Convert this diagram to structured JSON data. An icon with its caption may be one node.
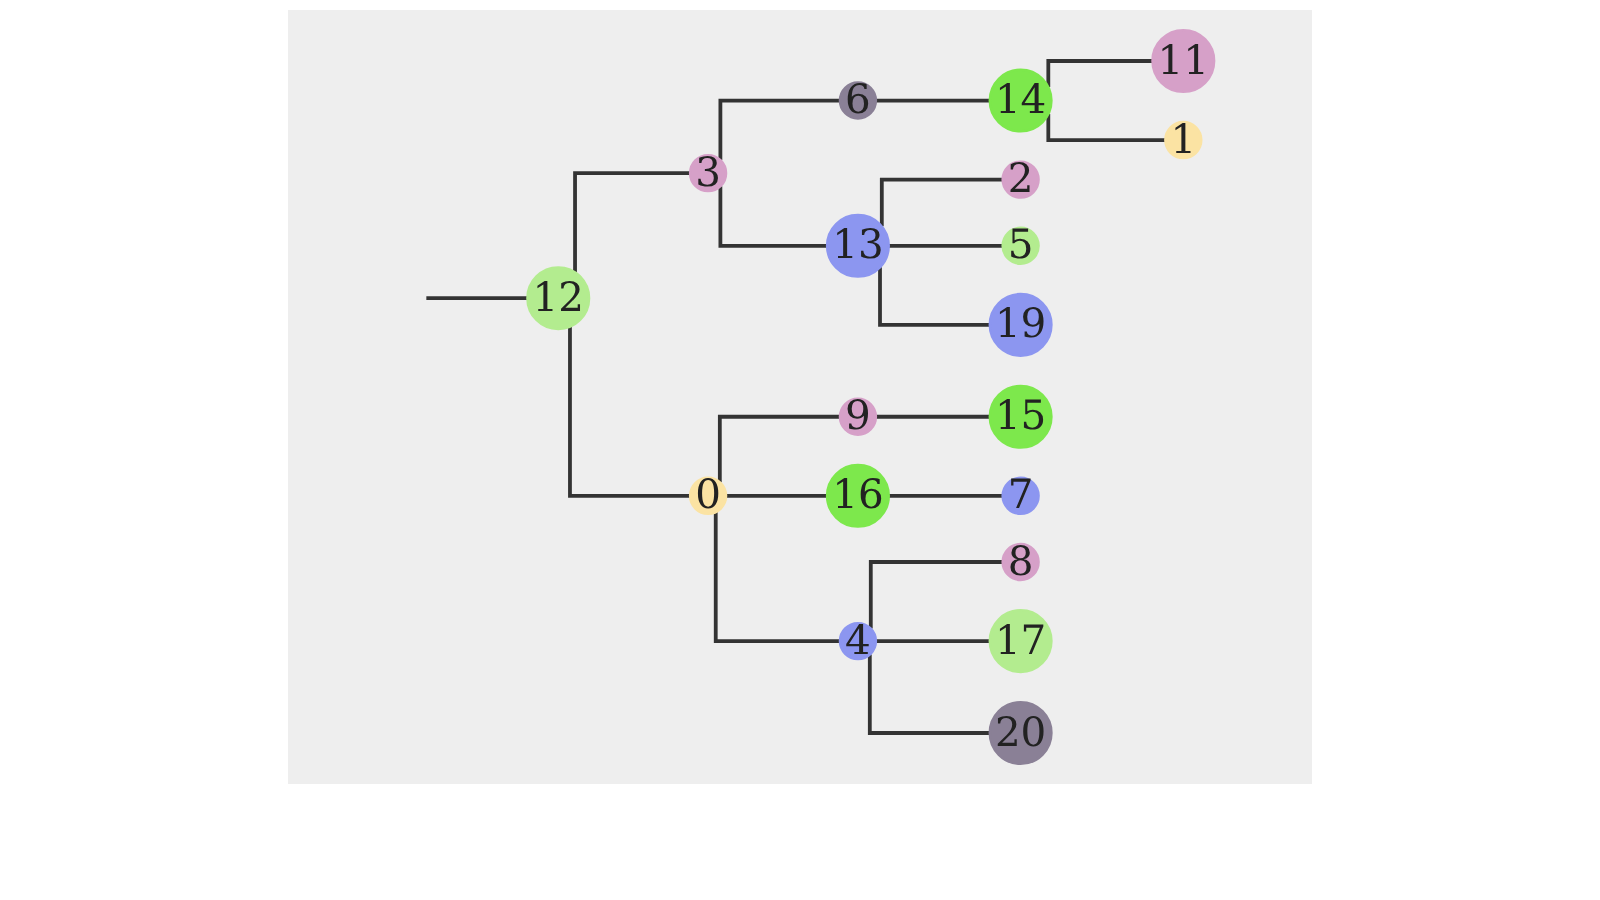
{
  "diagram": {
    "nodes": [
      {
        "text": [
          "12"
        ]
      },
      {
        "text": [
          "3"
        ]
      },
      {
        "text": [
          "6"
        ]
      },
      {
        "text": [
          "14"
        ]
      },
      {
        "text": [
          "11"
        ]
      },
      {
        "text": [
          "1"
        ]
      },
      {
        "text": [
          "13"
        ]
      },
      {
        "text": [
          "2"
        ]
      },
      {
        "text": [
          "5"
        ]
      },
      {
        "text": [
          "19"
        ]
      },
      {
        "text": [
          "0"
        ]
      },
      {
        "text": [
          "9"
        ]
      },
      {
        "text": [
          "15"
        ]
      },
      {
        "text": [
          "16"
        ]
      },
      {
        "text": [
          "7"
        ]
      },
      {
        "text": [
          "4"
        ]
      },
      {
        "text": [
          "8"
        ]
      },
      {
        "text": [
          "17"
        ]
      },
      {
        "text": [
          "20"
        ]
      }
    ],
    "edges": [
      {
        "from": null,
        "to": 0,
        "arrow": "none"
      },
      {
        "from": 0,
        "to": 1,
        "arrow": "none"
      },
      {
        "from": 0,
        "to": 10,
        "arrow": "none"
      },
      {
        "from": 1,
        "to": 2,
        "arrow": "none"
      },
      {
        "from": 1,
        "to": 6,
        "arrow": "none"
      },
      {
        "from": 2,
        "to": 3,
        "arrow": "none"
      },
      {
        "from": 3,
        "to": 4,
        "arrow": "none"
      },
      {
        "from": 3,
        "to": 5,
        "arrow": "none"
      },
      {
        "from": 6,
        "to": 7,
        "arrow": "none"
      },
      {
        "from": 6,
        "to": 8,
        "arrow": "none"
      },
      {
        "from": 6,
        "to": 9,
        "arrow": "none"
      },
      {
        "from": 10,
        "to": 11,
        "arrow": "none"
      },
      {
        "from": 10,
        "to": 13,
        "arrow": "none"
      },
      {
        "from": 10,
        "to": 15,
        "arrow": "none"
      },
      {
        "from": 11,
        "to": 12,
        "arrow": "none"
      },
      {
        "from": 13,
        "to": 14,
        "arrow": "none"
      },
      {
        "from": 15,
        "to": 16,
        "arrow": "none"
      },
      {
        "from": 15,
        "to": 17,
        "arrow": "none"
      },
      {
        "from": 15,
        "to": 18,
        "arrow": "none"
      }
    ]
  }
}
